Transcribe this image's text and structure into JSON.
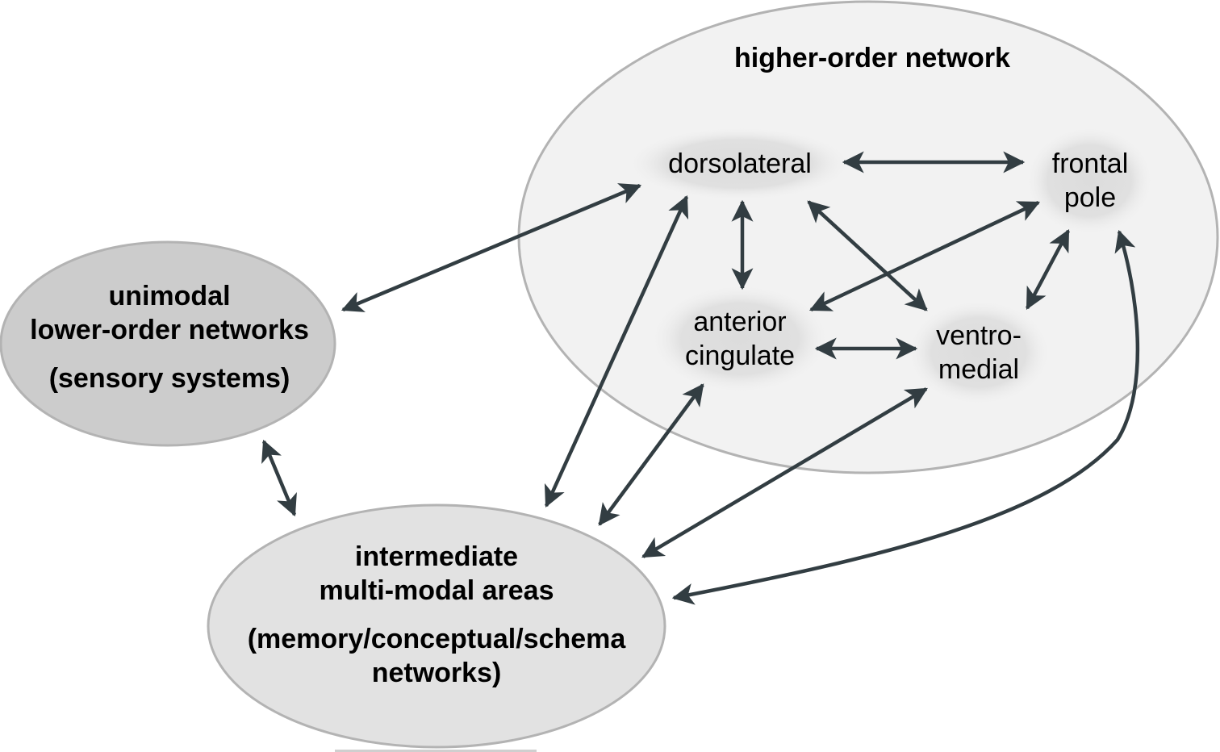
{
  "colors": {
    "higher_order_fill": "#f2f2f2",
    "unimodal_fill": "#cccccc",
    "intermediate_fill": "#e2e2e2",
    "outline": "#b3b3b3",
    "node_halo": "#dedede",
    "arrow": "#323d42"
  },
  "groups": {
    "higher_order": {
      "title": "higher-order network"
    },
    "unimodal": {
      "line1": "unimodal",
      "line2": "lower-order networks",
      "line3": "(sensory systems)"
    },
    "intermediate": {
      "line1": "intermediate",
      "line2": "multi-modal areas",
      "line3": "(memory/conceptual/schema",
      "line4": "networks)"
    }
  },
  "nodes": {
    "dorsolateral": {
      "line1": "dorsolateral"
    },
    "frontal_pole": {
      "line1": "frontal",
      "line2": "pole"
    },
    "anterior_cingulate": {
      "line1": "anterior",
      "line2": "cingulate"
    },
    "ventromedial": {
      "line1": "ventro-",
      "line2": "medial"
    }
  },
  "connections": [
    {
      "from": "dorsolateral",
      "to": "frontal_pole",
      "direction": "bidirectional"
    },
    {
      "from": "dorsolateral",
      "to": "anterior_cingulate",
      "direction": "bidirectional"
    },
    {
      "from": "dorsolateral",
      "to": "ventromedial",
      "direction": "bidirectional"
    },
    {
      "from": "frontal_pole",
      "to": "anterior_cingulate",
      "direction": "bidirectional"
    },
    {
      "from": "frontal_pole",
      "to": "ventromedial",
      "direction": "bidirectional"
    },
    {
      "from": "anterior_cingulate",
      "to": "ventromedial",
      "direction": "bidirectional"
    },
    {
      "from": "unimodal",
      "to": "dorsolateral",
      "direction": "bidirectional"
    },
    {
      "from": "unimodal",
      "to": "intermediate",
      "direction": "bidirectional"
    },
    {
      "from": "intermediate",
      "to": "dorsolateral",
      "direction": "bidirectional"
    },
    {
      "from": "intermediate",
      "to": "anterior_cingulate",
      "direction": "bidirectional"
    },
    {
      "from": "intermediate",
      "to": "ventromedial",
      "direction": "bidirectional"
    },
    {
      "from": "intermediate",
      "to": "frontal_pole",
      "direction": "bidirectional"
    }
  ]
}
